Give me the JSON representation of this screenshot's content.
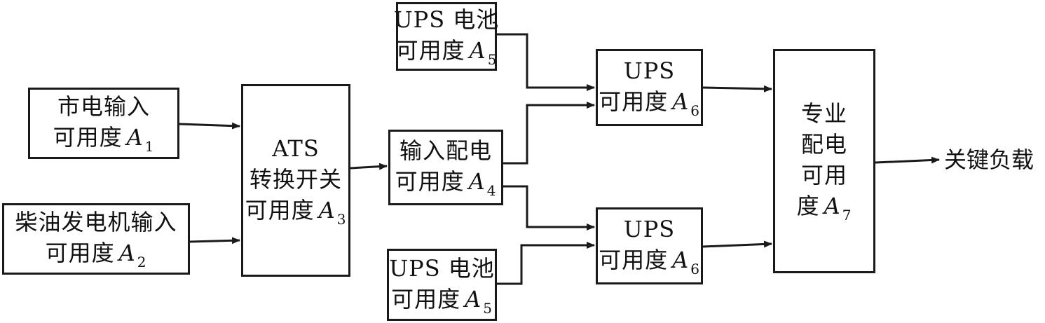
{
  "nodes": {
    "mains": {
      "line1": "市电输入",
      "prefix": "可用度",
      "var": "A",
      "sub": "1"
    },
    "diesel": {
      "line1": "柴油发电机输入",
      "prefix": "可用度",
      "var": "A",
      "sub": "2"
    },
    "ats": {
      "line1": "ATS",
      "line2": "转换开关",
      "prefix": "可用度",
      "var": "A",
      "sub": "3"
    },
    "input_dist": {
      "line1": "输入配电",
      "prefix": "可用度",
      "var": "A",
      "sub": "4"
    },
    "battery_top": {
      "line1": "UPS 电池",
      "prefix": "可用度",
      "var": "A",
      "sub": "5"
    },
    "battery_bottom": {
      "line1": "UPS 电池",
      "prefix": "可用度",
      "var": "A",
      "sub": "5"
    },
    "ups_top": {
      "line1": "UPS",
      "prefix": "可用度",
      "var": "A",
      "sub": "6"
    },
    "ups_bottom": {
      "line1": "UPS",
      "prefix": "可用度",
      "var": "A",
      "sub": "6"
    },
    "dedicated_dist": {
      "line1": "专业",
      "line2": "配电",
      "line3": "可用",
      "prefix": "度",
      "var": "A",
      "sub": "7"
    }
  },
  "output_label": "关键负载"
}
